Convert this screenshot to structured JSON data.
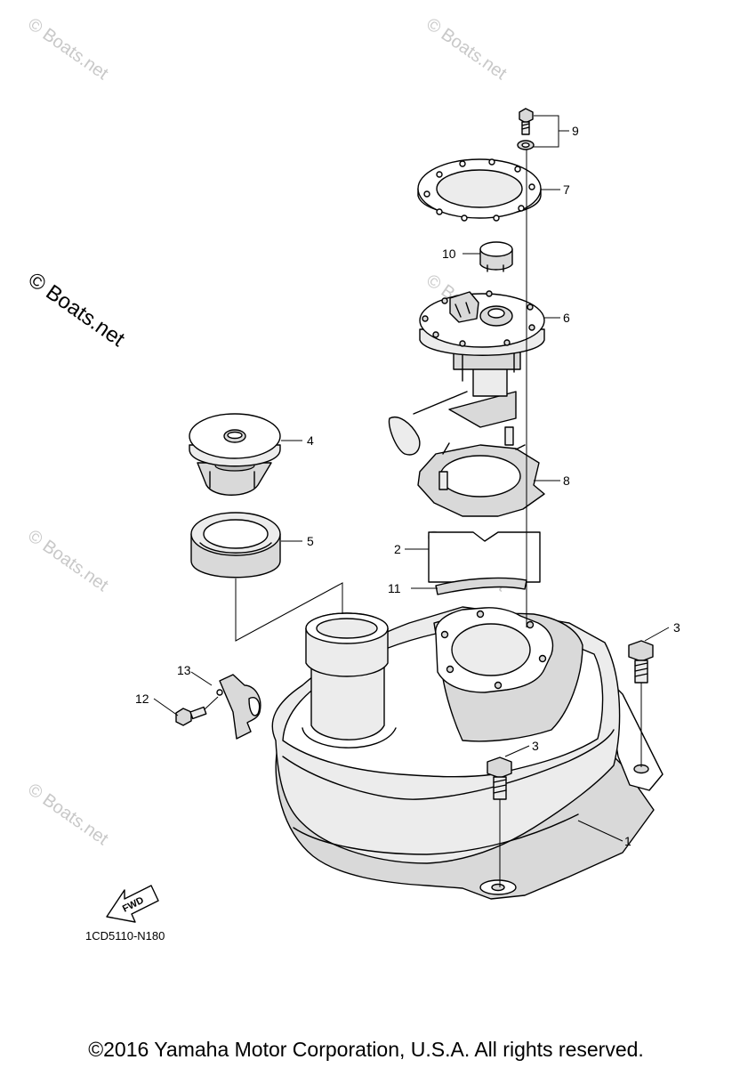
{
  "watermark": {
    "text": "© Boats.net",
    "prominent_text": "© Boats.net"
  },
  "callouts": {
    "c1": "1",
    "c2": "2",
    "c3a": "3",
    "c3b": "3",
    "c4": "4",
    "c5": "5",
    "c6": "6",
    "c7": "7",
    "c8": "8",
    "c9": "9",
    "c10": "10",
    "c11": "11",
    "c12": "12",
    "c13": "13"
  },
  "fwd_label": "FWD",
  "diagram_code": "1CD5110-N180",
  "copyright": "©2016 Yamaha Motor Corporation, U.S.A. All rights reserved."
}
